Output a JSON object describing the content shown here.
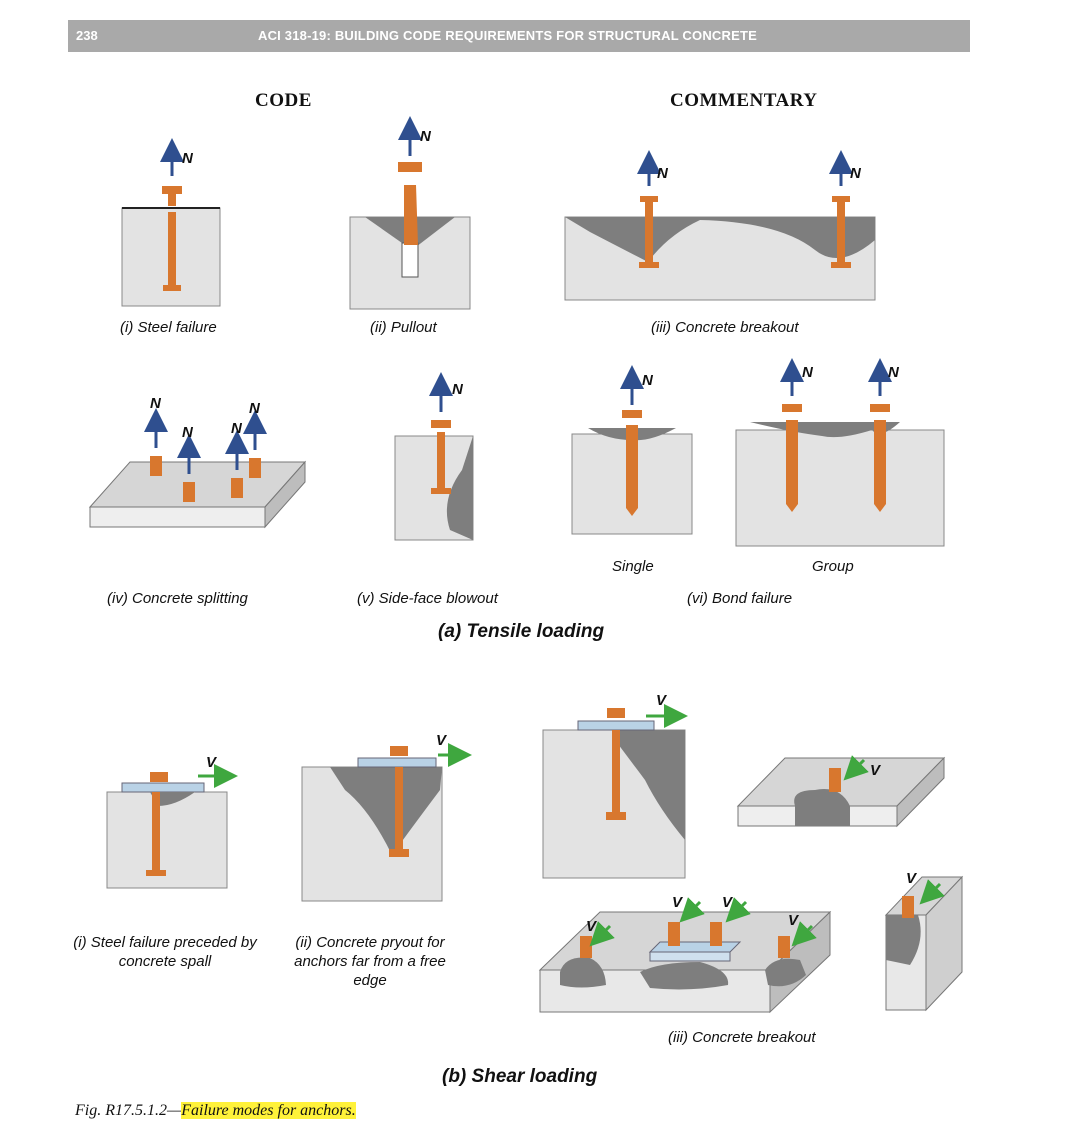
{
  "header": {
    "page_number": "238",
    "title": "ACI 318-19: BUILDING CODE REQUIREMENTS FOR STRUCTURAL CONCRETE"
  },
  "columns": {
    "left": "CODE",
    "right": "COMMENTARY"
  },
  "tensile": {
    "heading": "(a) Tensile loading",
    "load_symbol": "N",
    "labels": {
      "steel_failure": "(i) Steel failure",
      "pullout": "(ii) Pullout",
      "concrete_breakout": "(iii) Concrete breakout",
      "concrete_splitting": "(iv) Concrete splitting",
      "side_face_blowout": "(v) Side-face blowout",
      "bond_failure": "(vi) Bond failure",
      "single": "Single",
      "group": "Group"
    }
  },
  "shear": {
    "heading": "(b) Shear loading",
    "load_symbol": "V",
    "labels": {
      "steel_failure": "(i) Steel failure preceded by concrete spall",
      "pryout": "(ii) Concrete pryout for anchors far from a free edge",
      "concrete_breakout": "(iii) Concrete breakout"
    }
  },
  "caption": {
    "prefix": "Fig. R17.5.1.2—",
    "title": "Failure modes for anchors."
  },
  "colors": {
    "concrete": "#e3e3e3",
    "breakout": "#7e7e7e",
    "anchor": "#d8772e",
    "tension_arrow": "#2f4f8f",
    "shear_arrow": "#3fa73f",
    "plate": "#b9d2e6"
  }
}
